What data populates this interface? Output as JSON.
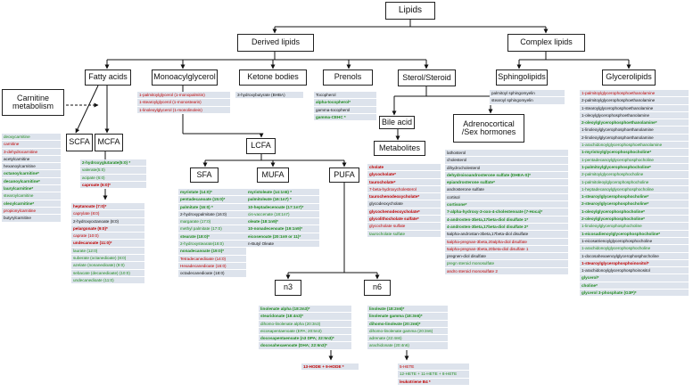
{
  "boxes": {
    "lipids": "Lipids",
    "derived": "Derived lipids",
    "complex": "Complex lipids",
    "fatty": "Fatty acids",
    "mono": "Monoacylglycerol",
    "ketone": "Ketone bodies",
    "prenols": "Prenols",
    "sterol": "Sterol/Steroid",
    "sphingo": "Sphingolipids",
    "glycero": "Glycerolipids",
    "carnitine": "Carnitine metabolism",
    "scfa": "SCFA",
    "mcfa": "MCFA",
    "lcfa": "LCFA",
    "bile": "Bile acid",
    "metab": "Metabolites",
    "adreno": "Adrenocortical /Sex hormones",
    "sfa": "SFA",
    "mufa": "MUFA",
    "pufa": "PUFA",
    "n3": "n3",
    "n6": "n6"
  },
  "lists": {
    "carnitine": [
      {
        "t": "deoxycarnitine",
        "c": "g",
        "b": false
      },
      {
        "t": "carnitine",
        "c": "r",
        "b": false
      },
      {
        "t": "3-dehydrocarnitine",
        "c": "r",
        "b": false
      },
      {
        "t": "acetylcarnitine",
        "c": "k",
        "b": false
      },
      {
        "t": "hexanoylcarnitine",
        "c": "k",
        "b": false
      },
      {
        "t": "octanoylcarnitine*",
        "c": "g",
        "b": true
      },
      {
        "t": "decanoylcarnitine*",
        "c": "g",
        "b": true
      },
      {
        "t": "laurylcarnitine*",
        "c": "g",
        "b": true
      },
      {
        "t": "stearoylcarnitine",
        "c": "g",
        "b": false
      },
      {
        "t": "oleoylcarnitine*",
        "c": "g",
        "b": true
      },
      {
        "t": "propionylcarnitine",
        "c": "r",
        "b": false
      },
      {
        "t": "butyrylcarnitine",
        "c": "k",
        "b": false
      }
    ],
    "scfa": [
      {
        "t": "2-hydroxyglutarate(5:0) *",
        "c": "g",
        "b": true
      },
      {
        "t": "valerate(5:0)",
        "c": "g",
        "b": false
      },
      {
        "t": "acipate (6:0)",
        "c": "g",
        "b": false
      },
      {
        "t": "caproate (6:0)*",
        "c": "r",
        "b": true
      }
    ],
    "mcfa": [
      {
        "t": "heptanoate (7:0)*",
        "c": "r",
        "b": true
      },
      {
        "t": "caprylate (8:0)",
        "c": "r",
        "b": false
      },
      {
        "t": "2-hydroxyoctanoate (8:0)",
        "c": "k",
        "b": false
      },
      {
        "t": "pelargonate (9:0)*",
        "c": "r",
        "b": true
      },
      {
        "t": "caprate (10:0)",
        "c": "r",
        "b": false
      },
      {
        "t": "undecanoate (11:0)*",
        "c": "r",
        "b": true
      },
      {
        "t": "laurate (12:0)",
        "c": "g",
        "b": false
      },
      {
        "t": "suberate (octanedioate) (8:0)",
        "c": "g",
        "b": false
      },
      {
        "t": "azelate (nonanedioate) (9:0)",
        "c": "g",
        "b": false
      },
      {
        "t": "sebacate (decanedioate) (10:0)",
        "c": "g",
        "b": false
      },
      {
        "t": "undecanedioate (11:0)",
        "c": "g",
        "b": false
      }
    ],
    "mono": [
      {
        "t": "1-palmitoylglycerol (1-monopalmitin)",
        "c": "r",
        "b": false
      },
      {
        "t": "1-stearoylglycerol (1-monostearin)",
        "c": "r",
        "b": false
      },
      {
        "t": "1-linoleoylglycerol (1-monolinolein)",
        "c": "r",
        "b": false
      }
    ],
    "ketone": [
      {
        "t": "3-hydroxybutyrate (BHBA)",
        "c": "k",
        "b": false
      }
    ],
    "prenols": [
      {
        "t": "Tocopherol",
        "c": "k",
        "b": false
      },
      {
        "t": "alpha-tocopherol*",
        "c": "g",
        "b": true
      },
      {
        "t": "gamma-tocopherol",
        "c": "k",
        "b": false
      },
      {
        "t": "gamma-CEHC *",
        "c": "g",
        "b": true
      }
    ],
    "sphingo": [
      {
        "t": "palmitoyl sphingomyelin",
        "c": "k",
        "b": false
      },
      {
        "t": "stearoyl sphingomyelin",
        "c": "k",
        "b": false
      }
    ],
    "sfa": [
      {
        "t": "myristate (14:0)*",
        "c": "g",
        "b": true
      },
      {
        "t": "pentadecanoate (15:0)*",
        "c": "g",
        "b": true
      },
      {
        "t": "palmitate (16:0) *",
        "c": "g",
        "b": true
      },
      {
        "t": "2-hydroxypalmitate (16:0)",
        "c": "k",
        "b": false
      },
      {
        "t": "margarate (17:0)",
        "c": "g",
        "b": false
      },
      {
        "t": "methyl palmitate (17:0)",
        "c": "g",
        "b": false
      },
      {
        "t": "stearate (18:0)*",
        "c": "g",
        "b": true
      },
      {
        "t": "2-hydroxystearate(18:0)",
        "c": "g",
        "b": false
      },
      {
        "t": "nonadecanoate (19:0)*",
        "c": "g",
        "b": true
      },
      {
        "t": "Tetradecanedioate (14:0)",
        "c": "r",
        "b": false
      },
      {
        "t": "Hexadecanedioate (16:0)",
        "c": "r",
        "b": false
      },
      {
        "t": "octadecanedioate (18:0)",
        "c": "k",
        "b": false
      }
    ],
    "mufa": [
      {
        "t": "myristoleate (14:1n5) *",
        "c": "g",
        "b": true
      },
      {
        "t": "palmitoleate (16:1n7) *",
        "c": "g",
        "b": true
      },
      {
        "t": "10-heptadecenoate (17:1n7)*",
        "c": "g",
        "b": true
      },
      {
        "t": "cis-vaccenate (18:1n7)",
        "c": "g",
        "b": false
      },
      {
        "t": "oleate (18:1n9)*",
        "c": "g",
        "b": true
      },
      {
        "t": "10-nonadecenoate (19:1n9)*",
        "c": "g",
        "b": true
      },
      {
        "t": "eicosenoate (20:1n9 or 11)*",
        "c": "g",
        "b": true
      },
      {
        "t": "n-Butyl Oleate",
        "c": "k",
        "b": false
      }
    ],
    "bile": [
      {
        "t": "cholate",
        "c": "r",
        "b": true
      },
      {
        "t": "glycocholate*",
        "c": "r",
        "b": true
      },
      {
        "t": "taurocholate*",
        "c": "r",
        "b": true
      },
      {
        "t": "7-beta-hydroxycholesterol",
        "c": "r",
        "b": false
      },
      {
        "t": "taurochenodeoxycholate*",
        "c": "r",
        "b": true
      },
      {
        "t": "glycodeoxycholate",
        "c": "k",
        "b": false
      },
      {
        "t": "glycochenodeoxycholate*",
        "c": "r",
        "b": true
      },
      {
        "t": "glycolithocholate sulfate*",
        "c": "r",
        "b": true
      },
      {
        "t": "glycocholate sulfate",
        "c": "r",
        "b": false
      },
      {
        "t": "taurocholate sulfate",
        "c": "g",
        "b": false
      }
    ],
    "adreno": [
      {
        "t": "lathosterol",
        "c": "k",
        "b": false
      },
      {
        "t": "cholesterol",
        "c": "k",
        "b": false
      },
      {
        "t": "dihydrocholesterol",
        "c": "k",
        "b": false
      },
      {
        "t": "dehydroisoandrosterone sulfate (DHEA-S)*",
        "c": "g",
        "b": true
      },
      {
        "t": "epiandrosterone sulfate*",
        "c": "g",
        "b": true
      },
      {
        "t": "androsterone sulfate",
        "c": "k",
        "b": false
      },
      {
        "t": "cortisol",
        "c": "k",
        "b": false
      },
      {
        "t": "cortisone*",
        "c": "g",
        "b": true
      },
      {
        "t": "7-alpha-hydroxy-3-oxo-4-cholestenoate (7-Hoca)*",
        "c": "g",
        "b": true
      },
      {
        "t": "4-androsten-3beta,17beta-diol disulfate 1*",
        "c": "g",
        "b": true
      },
      {
        "t": "4-androsten-3beta,17beta-diol disulfate 2*",
        "c": "g",
        "b": true
      },
      {
        "t": "5alpha-androstan-3beta,17beta-diol disulfate",
        "c": "k",
        "b": false
      },
      {
        "t": "5alpha-pregnan-3beta,20alpha-diol disulfate",
        "c": "r",
        "b": false
      },
      {
        "t": "5alpha-pregnan-3beta,20beta-diol disulfate 1",
        "c": "r",
        "b": false
      },
      {
        "t": "pregnen-diol disulfate",
        "c": "k",
        "b": false
      },
      {
        "t": "pregn steroid monosulfate",
        "c": "g",
        "b": false
      },
      {
        "t": "andro steroid monosulfate 2",
        "c": "r",
        "b": false
      }
    ],
    "glycero": [
      {
        "t": "1-palmitoylglycerophosphoethanolamine",
        "c": "r",
        "b": false
      },
      {
        "t": "2-palmitoylglycerophosphoethanolamine",
        "c": "k",
        "b": false
      },
      {
        "t": "1-stearoylglycerophosphoethanolamine",
        "c": "k",
        "b": false
      },
      {
        "t": "1-oleoylglycerophosphoethanolamine",
        "c": "k",
        "b": false
      },
      {
        "t": "2-oleoylglycerophosphoethanolamine*",
        "c": "g",
        "b": true
      },
      {
        "t": "1-linoleoylglycerophosphoethanolamine",
        "c": "k",
        "b": false
      },
      {
        "t": "2-linoleoylglycerophosphoethanolamine",
        "c": "k",
        "b": false
      },
      {
        "t": "1-arachidonoylglycerophosphoethanolamine",
        "c": "g",
        "b": false
      },
      {
        "t": "1-myristoylglycerophosphocholine*",
        "c": "g",
        "b": true
      },
      {
        "t": "1-pentadecanoylglycerophosphocholine",
        "c": "g",
        "b": false
      },
      {
        "t": "1-palmitoylglycerophosphocholine*",
        "c": "g",
        "b": true
      },
      {
        "t": "2-palmitoylglycerophosphocholine",
        "c": "g",
        "b": false
      },
      {
        "t": "1-palmitoleoylglycerophosphocholine",
        "c": "g",
        "b": false
      },
      {
        "t": "1-heptadecanoylglycerophosphocholine",
        "c": "g",
        "b": false
      },
      {
        "t": "1-stearoylglycerophosphocholine*",
        "c": "g",
        "b": true
      },
      {
        "t": "2-stearoylglycerophosphocholine*",
        "c": "g",
        "b": true
      },
      {
        "t": "1-oleoylglycerophosphocholine*",
        "c": "g",
        "b": true
      },
      {
        "t": "2-oleoylglycerophosphocholine*",
        "c": "g",
        "b": true
      },
      {
        "t": "1-linoleoylglycerophosphocholine",
        "c": "g",
        "b": false
      },
      {
        "t": "1-eicosadienoylglycerophosphocholine*",
        "c": "g",
        "b": true
      },
      {
        "t": "1-eicosatrienoylglycerophosphocholine",
        "c": "k",
        "b": false
      },
      {
        "t": "1-arachidonoylglycerophosphocholine",
        "c": "g",
        "b": false
      },
      {
        "t": "1-docosahexaenoylglycerophosphocholine",
        "c": "k",
        "b": false
      },
      {
        "t": "1-stearoylglycerophosphoinositol*",
        "c": "r",
        "b": true
      },
      {
        "t": "1-arachidonoylglycerophosphoinositol",
        "c": "k",
        "b": false
      },
      {
        "t": "glycerol*",
        "c": "g",
        "b": true
      },
      {
        "t": "choline*",
        "c": "g",
        "b": true
      },
      {
        "t": "glycerol 3-phosphate (G3P)*",
        "c": "g",
        "b": true
      }
    ],
    "n3": [
      {
        "t": "linolenate alpha (18:3n3)*",
        "c": "g",
        "b": true
      },
      {
        "t": "stearidonate (18:4n3)*",
        "c": "g",
        "b": true
      },
      {
        "t": "dihomo-linolenate alpha (20:3n3)",
        "c": "g",
        "b": false
      },
      {
        "t": "eicosapentaenoate (EPA; 20:5n3)",
        "c": "g",
        "b": false
      },
      {
        "t": "docosapentaenoate (n3 DPA; 22:5n3)*",
        "c": "g",
        "b": true
      },
      {
        "t": "docosahexaenoate (DHA; 22:6n3)*",
        "c": "g",
        "b": true
      }
    ],
    "n6": [
      {
        "t": "linoleate (18:2n6)*",
        "c": "g",
        "b": true
      },
      {
        "t": "linolenate gamma (18:3n6)*",
        "c": "g",
        "b": true
      },
      {
        "t": "dihomo-linoleate (20:2n6)*",
        "c": "g",
        "b": true
      },
      {
        "t": "dihomo-linolenate gamma (20:3n6)",
        "c": "g",
        "b": false
      },
      {
        "t": "adrenate (22:4n6)",
        "c": "g",
        "b": false
      },
      {
        "t": "arachidonate (20:4n6)",
        "c": "g",
        "b": false
      }
    ],
    "n3sub": [
      {
        "t": "13-HODE + 9-HODE *",
        "c": "r",
        "b": true
      }
    ],
    "n6sub": [
      {
        "t": "5-HETE",
        "c": "r",
        "b": false
      },
      {
        "t": "12-HETE + 11-HETE + 8-HETE",
        "c": "g",
        "b": false
      },
      {
        "t": "leukotriene B4 *",
        "c": "r",
        "b": true
      }
    ]
  }
}
